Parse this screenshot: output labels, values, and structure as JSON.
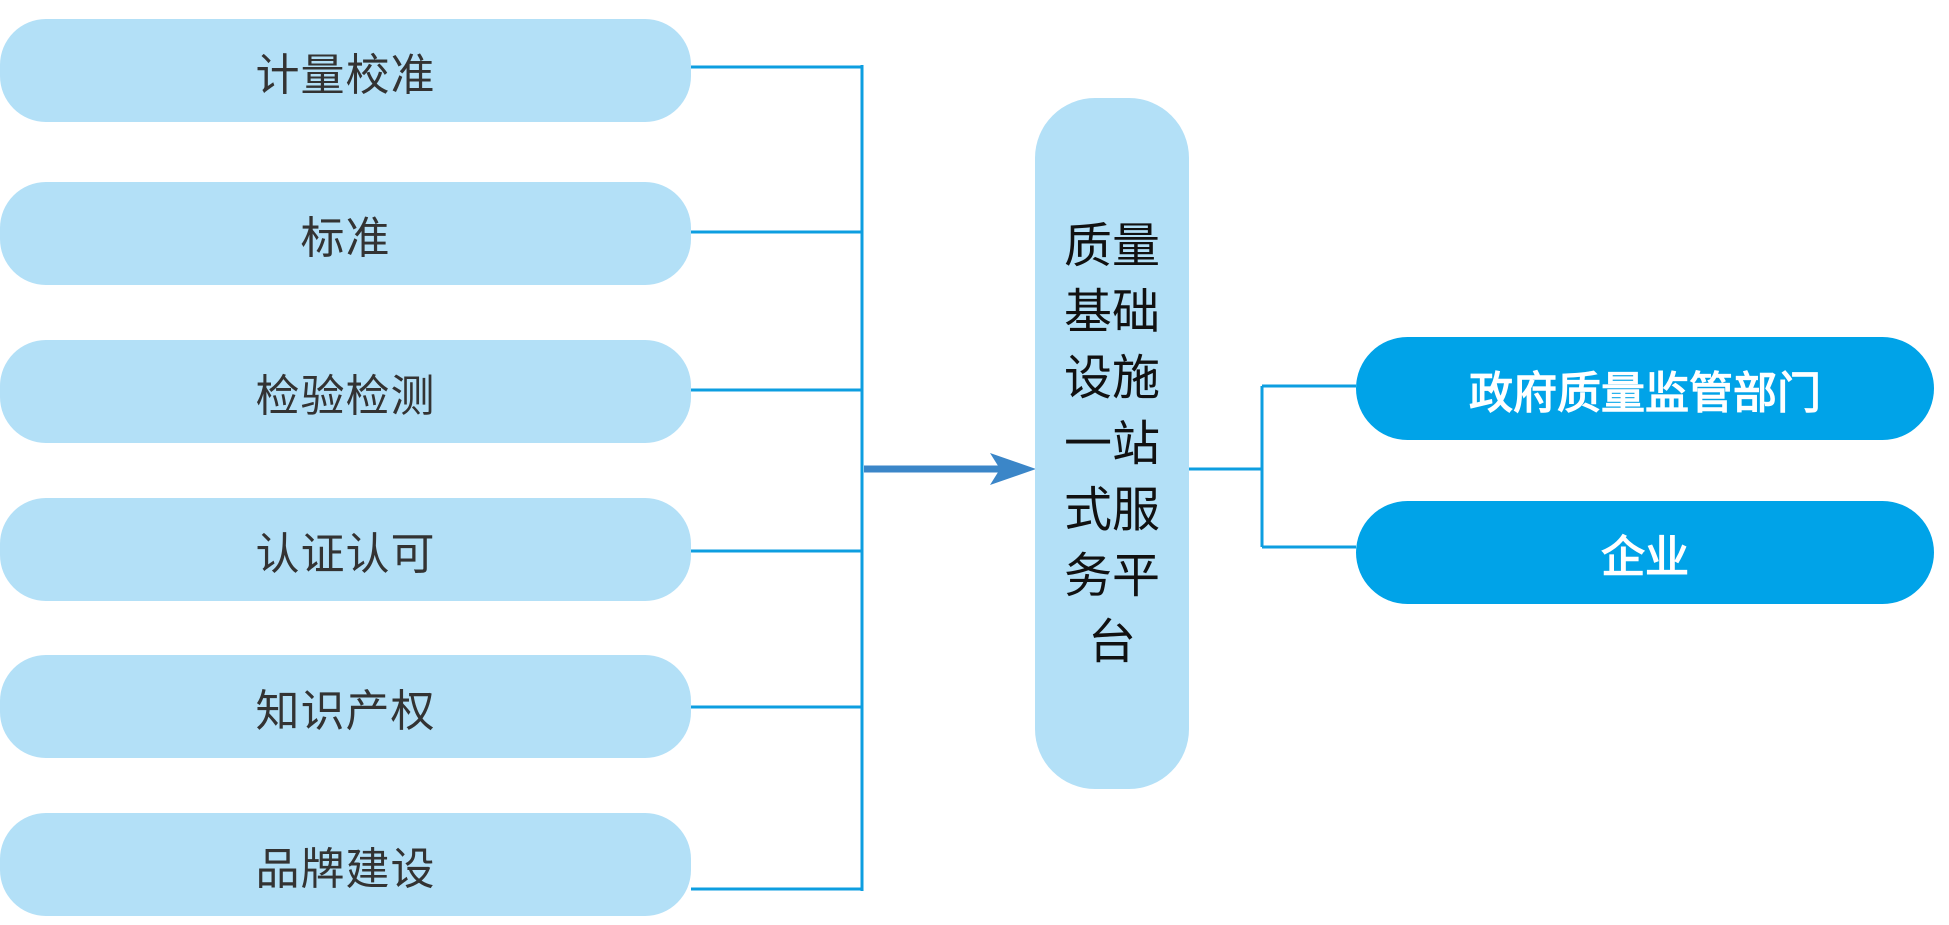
{
  "diagram": {
    "inputs": [
      {
        "label": "计量校准"
      },
      {
        "label": "标准"
      },
      {
        "label": "检验检测"
      },
      {
        "label": "认证认可"
      },
      {
        "label": "知识产权"
      },
      {
        "label": "品牌建设"
      }
    ],
    "center": {
      "label": "质量基础设施一站式服务平台"
    },
    "outputs": [
      {
        "label": "政府质量监管部门"
      },
      {
        "label": "企业"
      }
    ],
    "colors": {
      "input_fill": "#b3e0f7",
      "output_fill": "#00a3e8",
      "connector": "#0d9ee0",
      "arrow": "#3b86c8",
      "input_text": "#333333",
      "output_text": "#ffffff"
    }
  }
}
